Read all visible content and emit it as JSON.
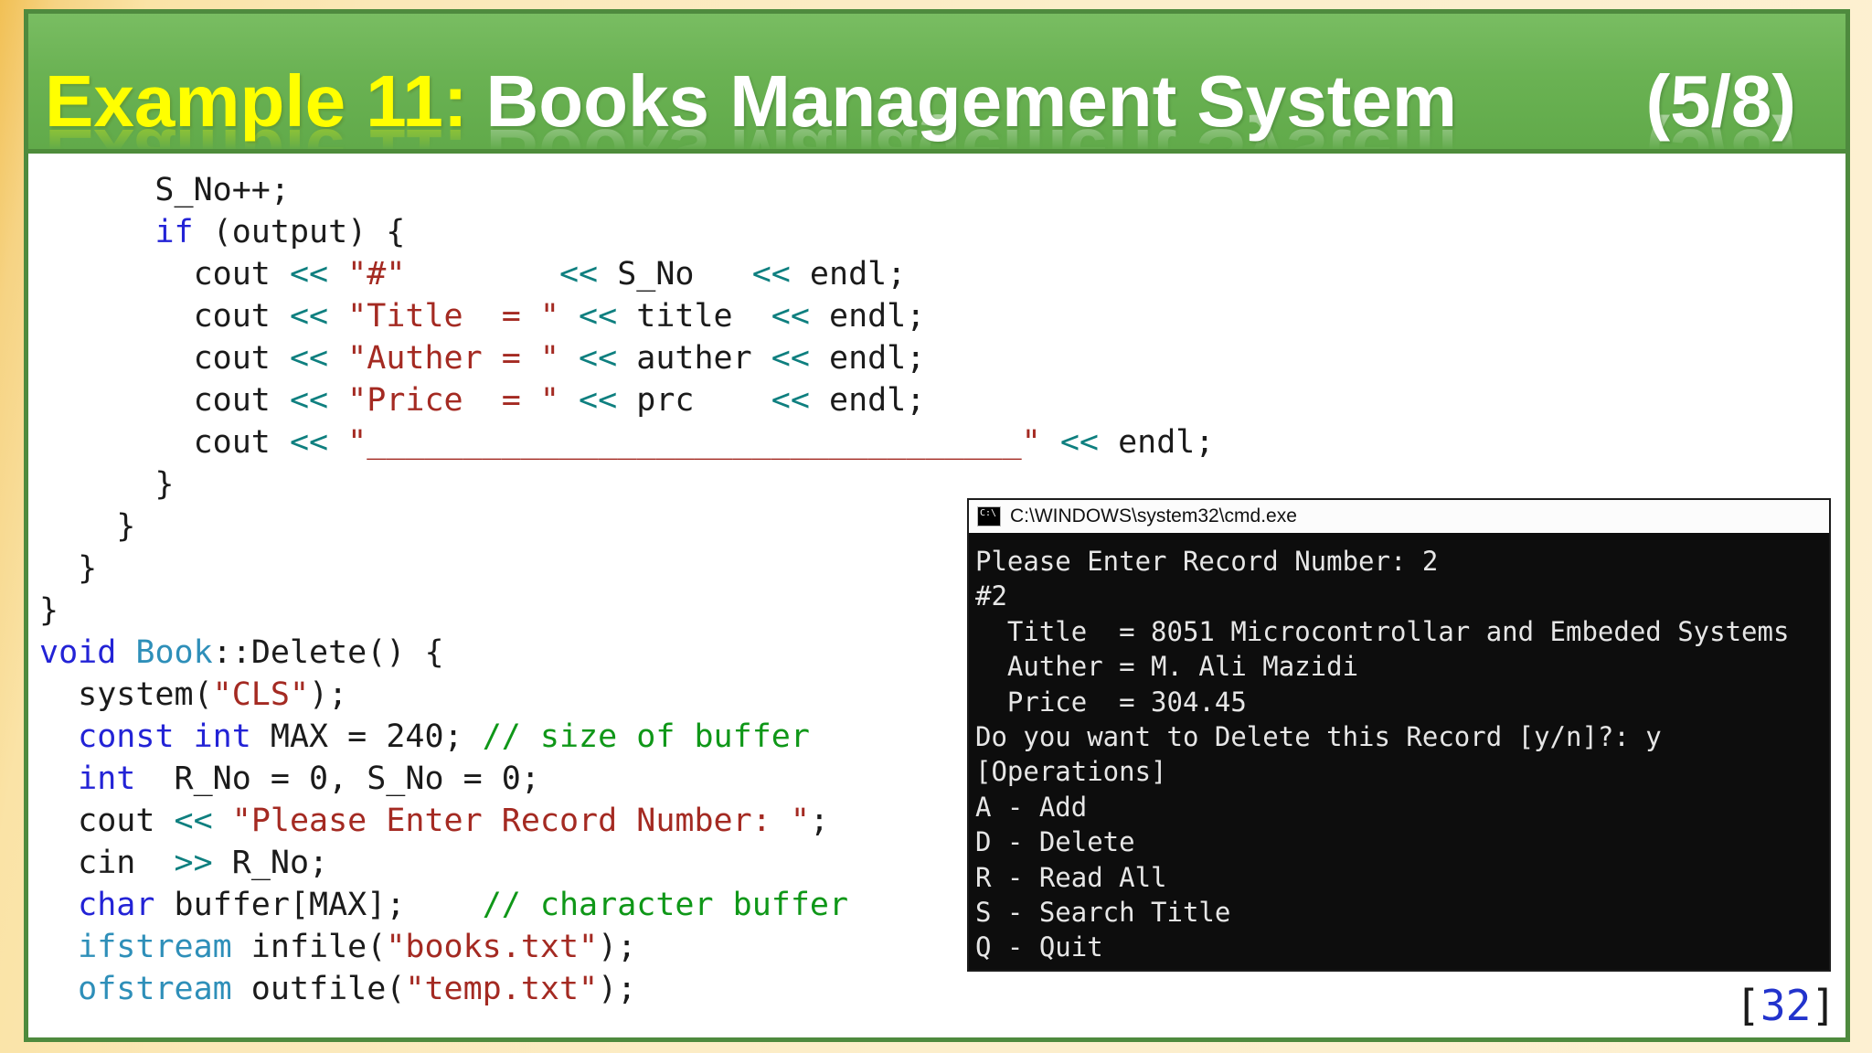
{
  "slide": {
    "title": {
      "highlight": "Example 11:",
      "main": "Books Management System",
      "fraction": "(5/8)"
    },
    "page_number": {
      "open": "[",
      "value": "32",
      "close": "]"
    }
  },
  "colors": {
    "background_yellow": "#f1c055",
    "background_cream": "#fceecb",
    "slide_border_green": "#4e8a3e",
    "title_bar_green": "#6ab253",
    "title_highlight_yellow": "#ffff00",
    "title_text_white": "#ffffff",
    "keyword_blue": "#2323d6",
    "type_teal": "#2e8fb9",
    "operator_teal": "#0e7f7f",
    "string_red": "#a42a22",
    "comment_green": "#0f9718",
    "console_background": "#0d0d0d",
    "console_text": "#e6e6e6",
    "page_number_blue": "#2233cc"
  },
  "code": {
    "lines": [
      [
        [
          "p",
          "      S_No++;"
        ]
      ],
      [
        [
          "p",
          "      "
        ],
        [
          "k",
          "if"
        ],
        [
          "p",
          " (output) {"
        ]
      ],
      [
        [
          "p",
          "        cout "
        ],
        [
          "o",
          "<<"
        ],
        [
          "p",
          " "
        ],
        [
          "s",
          "\"#\""
        ],
        [
          "p",
          "        "
        ],
        [
          "o",
          "<<"
        ],
        [
          "p",
          " S_No   "
        ],
        [
          "o",
          "<<"
        ],
        [
          "p",
          " endl;"
        ]
      ],
      [
        [
          "p",
          "        cout "
        ],
        [
          "o",
          "<<"
        ],
        [
          "p",
          " "
        ],
        [
          "s",
          "\"Title  = \""
        ],
        [
          "p",
          " "
        ],
        [
          "o",
          "<<"
        ],
        [
          "p",
          " title  "
        ],
        [
          "o",
          "<<"
        ],
        [
          "p",
          " endl;"
        ]
      ],
      [
        [
          "p",
          "        cout "
        ],
        [
          "o",
          "<<"
        ],
        [
          "p",
          " "
        ],
        [
          "s",
          "\"Auther = \""
        ],
        [
          "p",
          " "
        ],
        [
          "o",
          "<<"
        ],
        [
          "p",
          " auther "
        ],
        [
          "o",
          "<<"
        ],
        [
          "p",
          " endl;"
        ]
      ],
      [
        [
          "p",
          "        cout "
        ],
        [
          "o",
          "<<"
        ],
        [
          "p",
          " "
        ],
        [
          "s",
          "\"Price  = \""
        ],
        [
          "p",
          " "
        ],
        [
          "o",
          "<<"
        ],
        [
          "p",
          " prc    "
        ],
        [
          "o",
          "<<"
        ],
        [
          "p",
          " endl;"
        ]
      ],
      [
        [
          "p",
          "        cout "
        ],
        [
          "o",
          "<<"
        ],
        [
          "p",
          " "
        ],
        [
          "s",
          "\"__________________________________\""
        ],
        [
          "p",
          " "
        ],
        [
          "o",
          "<<"
        ],
        [
          "p",
          " endl;"
        ]
      ],
      [
        [
          "p",
          "      }"
        ]
      ],
      [
        [
          "p",
          "    }"
        ]
      ],
      [
        [
          "p",
          "  }"
        ]
      ],
      [
        [
          "p",
          "}"
        ]
      ],
      [
        [
          "k",
          "void"
        ],
        [
          "p",
          " "
        ],
        [
          "t",
          "Book"
        ],
        [
          "p",
          "::Delete() {"
        ]
      ],
      [
        [
          "p",
          "  system("
        ],
        [
          "s",
          "\"CLS\""
        ],
        [
          "p",
          ");"
        ]
      ],
      [
        [
          "p",
          "  "
        ],
        [
          "k",
          "const"
        ],
        [
          "p",
          " "
        ],
        [
          "k",
          "int"
        ],
        [
          "p",
          " MAX = 240; "
        ],
        [
          "c",
          "// size of buffer"
        ]
      ],
      [
        [
          "p",
          "  "
        ],
        [
          "k",
          "int"
        ],
        [
          "p",
          "  R_No = 0, S_No = 0;"
        ]
      ],
      [
        [
          "p",
          "  cout "
        ],
        [
          "o",
          "<<"
        ],
        [
          "p",
          " "
        ],
        [
          "s",
          "\"Please Enter Record Number: \""
        ],
        [
          "p",
          ";"
        ]
      ],
      [
        [
          "p",
          "  cin  "
        ],
        [
          "o",
          ">>"
        ],
        [
          "p",
          " R_No;"
        ]
      ],
      [
        [
          "p",
          "  "
        ],
        [
          "k",
          "char"
        ],
        [
          "p",
          " buffer[MAX];    "
        ],
        [
          "c",
          "// character buffer"
        ]
      ],
      [
        [
          "p",
          "  "
        ],
        [
          "t",
          "ifstream"
        ],
        [
          "p",
          " infile("
        ],
        [
          "s",
          "\"books.txt\""
        ],
        [
          "p",
          ");"
        ]
      ],
      [
        [
          "p",
          "  "
        ],
        [
          "t",
          "ofstream"
        ],
        [
          "p",
          " outfile("
        ],
        [
          "s",
          "\"temp.txt\""
        ],
        [
          "p",
          ");"
        ]
      ]
    ]
  },
  "console": {
    "icon_label": "C:\\",
    "window_title": "C:\\WINDOWS\\system32\\cmd.exe",
    "lines": [
      "Please Enter Record Number: 2",
      "#2",
      "  Title  = 8051 Microcontrollar and Embeded Systems",
      "  Auther = M. Ali Mazidi",
      "  Price  = 304.45",
      "Do you want to Delete this Record [y/n]?: y",
      "[Operations]",
      "A - Add",
      "D - Delete",
      "R - Read All",
      "S - Search Title",
      "Q - Quit"
    ]
  }
}
